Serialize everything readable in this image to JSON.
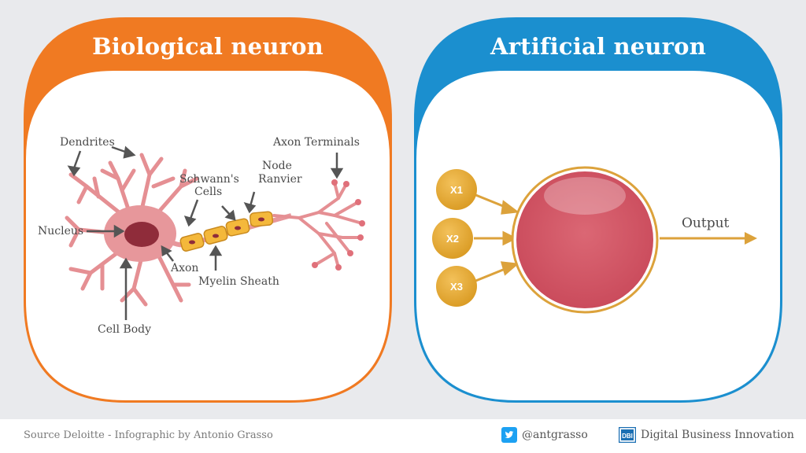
{
  "left_card": {
    "title": "Biological neuron",
    "accent": "#f07a22",
    "labels": {
      "dendrites": "Dendrites",
      "axon_terminals": "Axon Terminals",
      "node": "Node",
      "ranvier": "Ranvier",
      "schwann_1": "Schwann's",
      "schwann_2": "Cells",
      "nucleus": "Nucleus",
      "axon": "Axon",
      "myelin": "Myelin Sheath",
      "cell_body": "Cell Body"
    }
  },
  "right_card": {
    "title": "Artificial neuron",
    "accent": "#1b8fcf",
    "inputs": [
      "X1",
      "X2",
      "X3"
    ],
    "output": "Output"
  },
  "footer": {
    "source": "Source Deloitte - Infographic by Antonio Grasso",
    "twitter_handle": "@antgrasso",
    "brand": "Digital Business Innovation",
    "brand_logo_text": "DBI"
  }
}
